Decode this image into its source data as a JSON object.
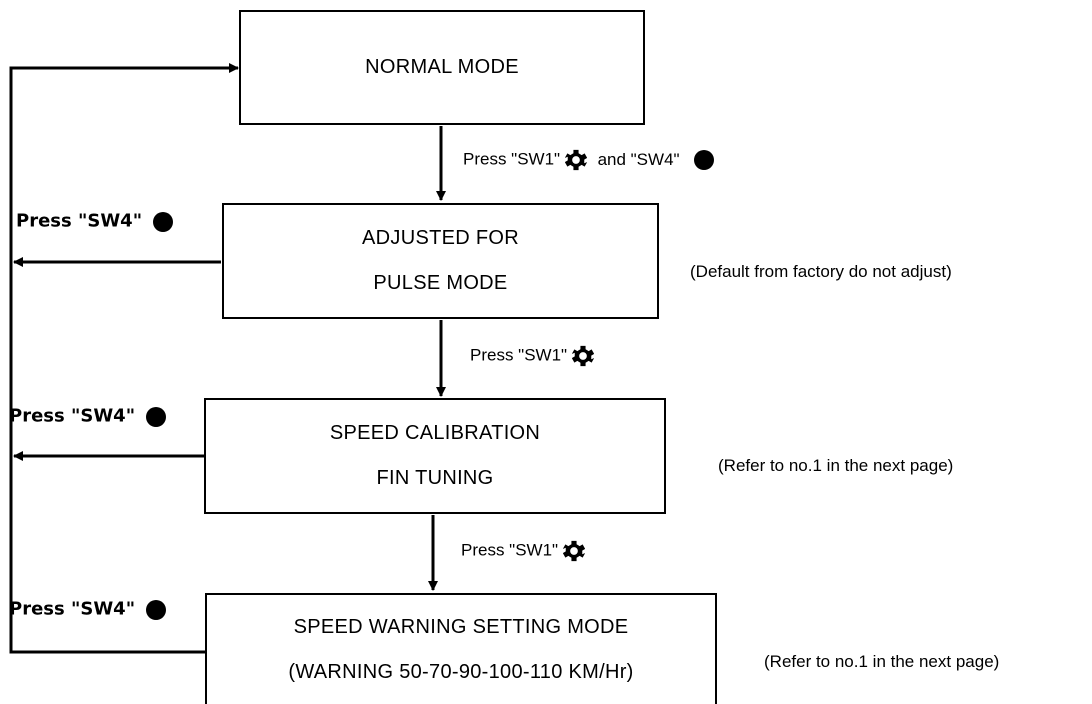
{
  "colors": {
    "line": "#000000",
    "fill": "#ffffff"
  },
  "icons": {
    "sw1": "gear-icon",
    "sw4": "filled-circle-icon"
  },
  "boxes": {
    "normal": {
      "lines": [
        "NORMAL MODE"
      ]
    },
    "pulse": {
      "lines": [
        "ADJUSTED FOR",
        "PULSE MODE"
      ]
    },
    "calibration": {
      "lines": [
        "SPEED CALIBRATION",
        "FIN TUNING"
      ]
    },
    "warning": {
      "lines": [
        "SPEED WARNING SETTING MODE",
        "(WARNING 50-70-90-100-110 KM/Hr)"
      ]
    }
  },
  "transitions": {
    "normal_to_pulse": {
      "part1": "Press \"SW1\"",
      "part2": "and \"SW4\""
    },
    "pulse_to_calibration": {
      "text": "Press \"SW1\""
    },
    "calibration_to_warning": {
      "text": "Press \"SW1\""
    }
  },
  "return_labels": [
    "Press \"SW4\"",
    "Press \"SW4\"",
    "Press \"SW4\""
  ],
  "notes": {
    "pulse": "(Default from factory do not adjust)",
    "calibration": "(Refer to no.1 in the next page)",
    "warning": "(Refer to no.1 in the next page)"
  }
}
